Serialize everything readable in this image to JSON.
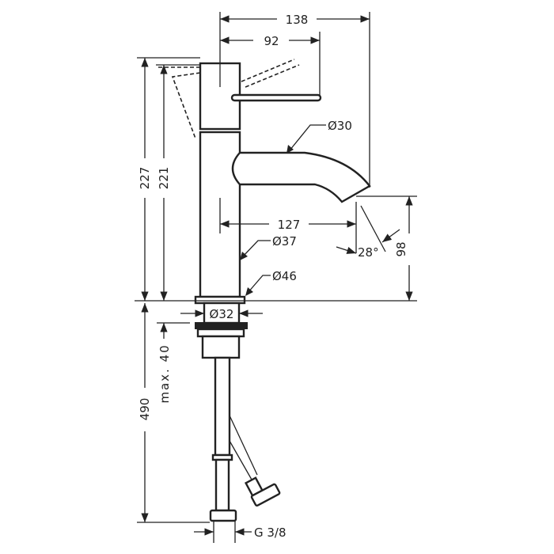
{
  "title": "Basin mixer technical drawing",
  "dimensions": {
    "width_total": "138",
    "lever_reach": "92",
    "spout_diameter": "Ø30",
    "height_total": "227",
    "height_body": "221",
    "spout_reach": "127",
    "body_diameter": "Ø37",
    "base_diameter": "Ø46",
    "spout_height": "98",
    "spout_angle": "28°",
    "shank_diameter": "Ø32",
    "hose_length": "490",
    "max_thickness": "max. 40",
    "connection": "G 3/8"
  }
}
